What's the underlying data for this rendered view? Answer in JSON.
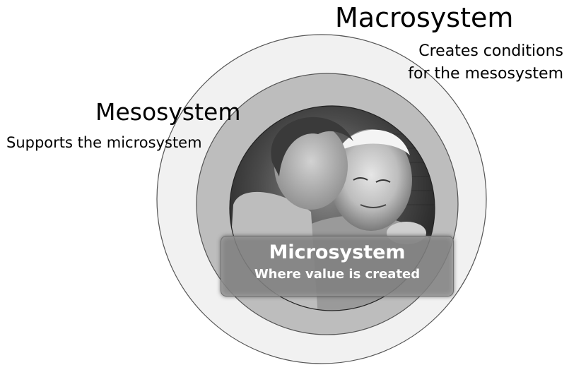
{
  "diagram": {
    "macrosystem": {
      "title": "Macrosystem",
      "subtitle_line1": "Creates conditions",
      "subtitle_line2": "for the mesosystem"
    },
    "mesosystem": {
      "title": "Mesosystem",
      "subtitle": "Supports the microsystem"
    },
    "microsystem": {
      "title": "Microsystem",
      "subtitle": "Where value is created"
    },
    "colors": {
      "outer_ring": "#f1f1f1",
      "middle_ring": "#bdbdbd",
      "inner_photo_dark": "#2d2d2d",
      "label_box": "#808080"
    }
  }
}
